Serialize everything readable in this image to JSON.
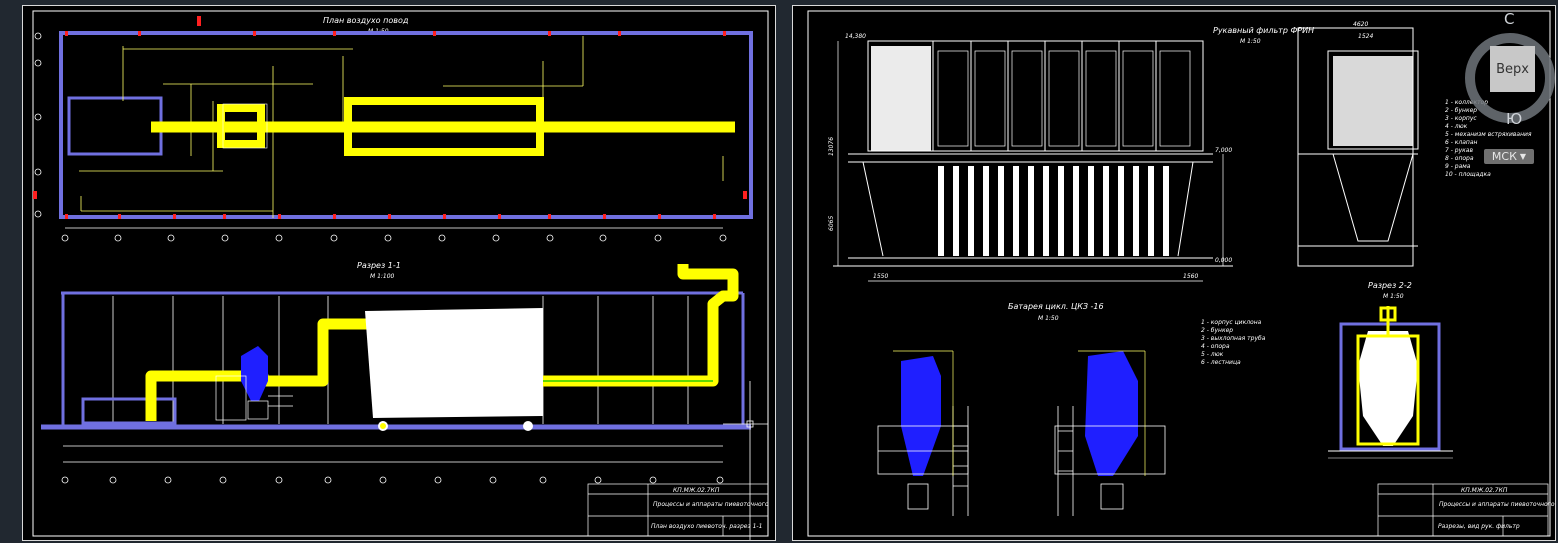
{
  "colors": {
    "background": "#212830",
    "sheet": "#000000",
    "frame": "#7070e0",
    "highlight": "#ffff00",
    "duct_fill": "#ffffff",
    "equipment": "#1f1fff",
    "dimension": "#ffff66",
    "axis_marker": "#ff2020"
  },
  "left_sheet": {
    "plan_title": "План воздухо повод",
    "plan_scale": "М 1:50",
    "section_title": "Разрез 1-1",
    "section_scale": "М 1:100",
    "title_block": {
      "header": "КП.МЖ.02.7КП",
      "product": "Процессы и аппараты пиевоточного",
      "drawing": "План воздухо пиевоточ. разрез 1-1"
    }
  },
  "right_sheet": {
    "filter_title": "Рукавный фильтр ФРИН",
    "filter_scale": "М 1:50",
    "cyclone_title": "Батарея цикл. ЦКЗ -16",
    "cyclone_scale": "М 1:50",
    "section_title": "Разрез 2-2",
    "section_scale": "М 1:50",
    "dims": {
      "top_left": "14,380",
      "height_total": "13076",
      "height_lower": "6065",
      "width_left": "1550",
      "width_right": "1560",
      "level_top": "7,000",
      "level_bottom": "0,000",
      "side_width": "4620",
      "side_inner": "1524"
    },
    "legend_items": [
      "1 - коллектор",
      "2 - бункер",
      "3 - корпус",
      "4 - люк",
      "5 - механизм встряхивания",
      "6 - клапан",
      "7 - рукав",
      "8 - опора",
      "9 - рама",
      "10 - площадка"
    ],
    "cyclone_legend": [
      "1 - корпус циклона",
      "2 - бункер",
      "3 - выхлопная труба",
      "4 - опора",
      "5 - люк",
      "6 - лестница"
    ],
    "title_block": {
      "header": "КП.МЖ.02.7КП",
      "product": "Процессы и аппараты пиевоточного",
      "drawing": "Разрезы, вид рук. фильтр"
    }
  },
  "viewcube": {
    "north": "С",
    "south": "Ю",
    "face": "Верх",
    "ucs_label": "МСК"
  }
}
